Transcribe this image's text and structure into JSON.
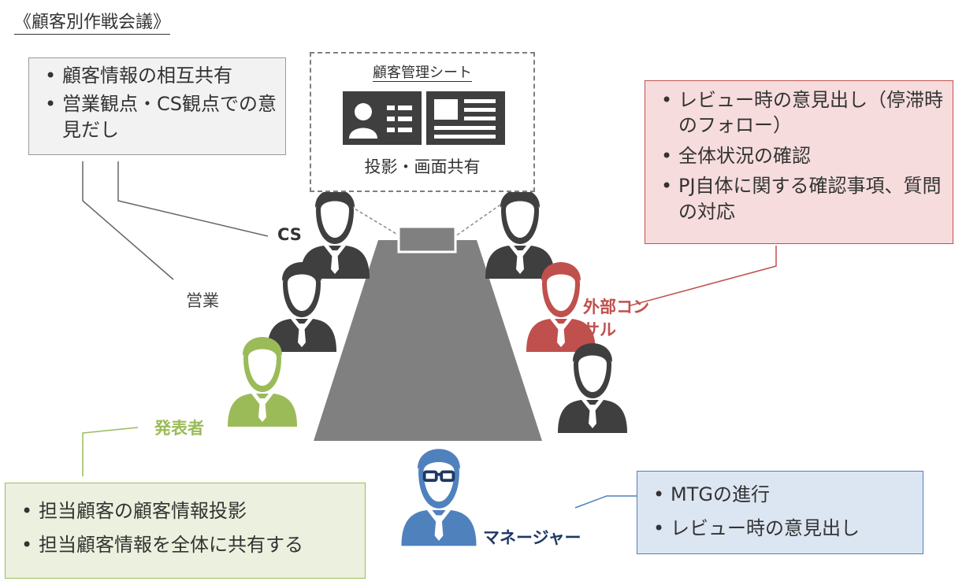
{
  "title": "《顧客別作戦会議》",
  "cs_box": {
    "items": [
      "顧客情報の相互共有",
      "営業観点・CS観点での意見だし"
    ]
  },
  "sheet": {
    "title": "顧客管理シート",
    "caption": "投影・画面共有"
  },
  "consultant_box": {
    "items": [
      "レビュー時の意見出し（停滞時のフォロー）",
      "全体状況の確認",
      "PJ自体に関する確認事項、質問の対応"
    ]
  },
  "presenter_box": {
    "items": [
      "担当顧客の顧客情報投影",
      "担当顧客情報を全体に共有する"
    ]
  },
  "manager_box": {
    "items": [
      "MTGの進行",
      "レビュー時の意見出し"
    ]
  },
  "labels": {
    "cs": "CS",
    "sales": "営業",
    "consultant": "外部コンサル",
    "presenter": "発表者",
    "manager": "マネージャー"
  },
  "colors": {
    "gray_person": "#3f3f3f",
    "consultant": "#c0504d",
    "presenter": "#9bbb59",
    "manager": "#4f81bd",
    "manager_label": "#1f3864",
    "table": "#808080"
  },
  "icons": [
    "person-icon",
    "glasses-person-icon",
    "profile-card-icon",
    "document-icon"
  ]
}
